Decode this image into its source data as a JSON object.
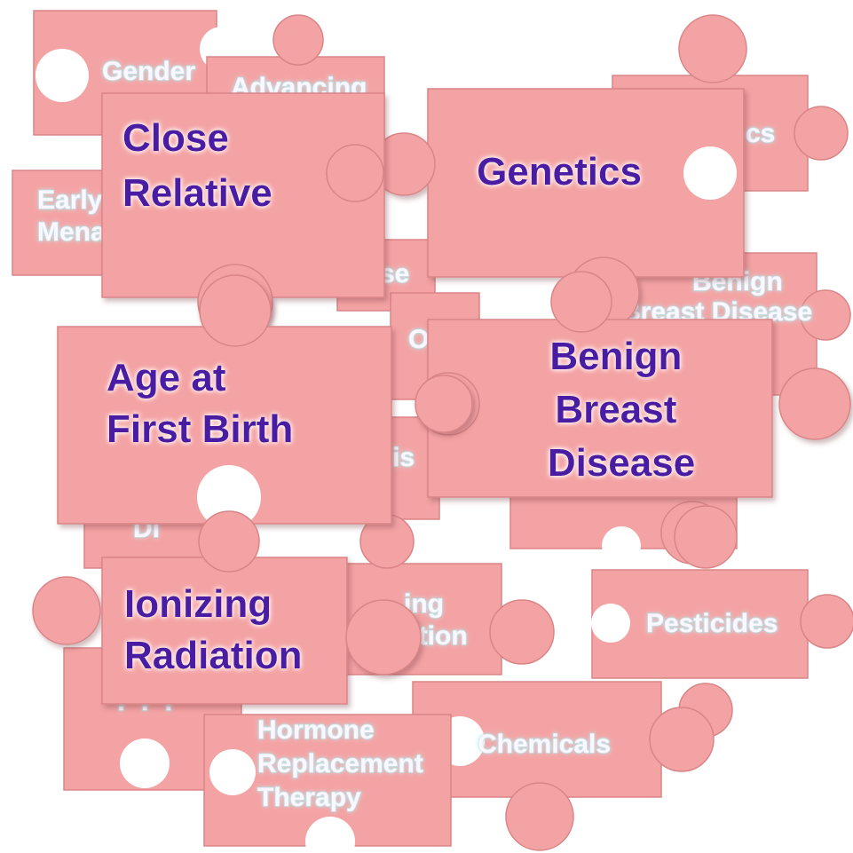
{
  "colors": {
    "piece_fill": "#f4a3a4",
    "piece_edge": "#d98587",
    "foreground_text": "#4a1aa3",
    "background_text": "#fbf6ff",
    "background_text_glow": "#bfe7ea"
  },
  "background_pieces": [
    {
      "id": "gender",
      "lines": [
        "Gender"
      ]
    },
    {
      "id": "advancing",
      "lines": [
        "Advancing"
      ]
    },
    {
      "id": "early-menarche",
      "lines": [
        "Early",
        "Mena"
      ]
    },
    {
      "id": "genetics-back",
      "lines": [
        "cs"
      ]
    },
    {
      "id": "benign-back",
      "lines": [
        "Benign",
        "Breast Disease"
      ]
    },
    {
      "id": "frag-se",
      "lines": [
        "se"
      ]
    },
    {
      "id": "frag-o",
      "lines": [
        "O"
      ]
    },
    {
      "id": "frag-is",
      "lines": [
        "is"
      ]
    },
    {
      "id": "frag-di",
      "lines": [
        "Di"
      ]
    },
    {
      "id": "ionizing-back",
      "lines": [
        "ing",
        "ation"
      ]
    },
    {
      "id": "pesticides",
      "lines": [
        "Pesticides"
      ]
    },
    {
      "id": "chemicals",
      "lines": [
        "Chemicals"
      ]
    },
    {
      "id": "hrt",
      "lines": [
        "Hormone",
        "Replacement",
        "Therapy"
      ]
    },
    {
      "id": "unknown",
      "lines": [
        "? ? ?"
      ]
    }
  ],
  "foreground_pieces": [
    {
      "id": "close-relative",
      "lines": [
        "Close",
        "Relative"
      ]
    },
    {
      "id": "genetics",
      "lines": [
        "Genetics"
      ]
    },
    {
      "id": "age-first-birth",
      "lines": [
        "Age at",
        "First Birth"
      ]
    },
    {
      "id": "benign-breast-disease",
      "lines": [
        "Benign",
        "Breast",
        "Disease"
      ]
    },
    {
      "id": "ionizing-radiation",
      "lines": [
        "Ionizing",
        "Radiation"
      ]
    }
  ]
}
